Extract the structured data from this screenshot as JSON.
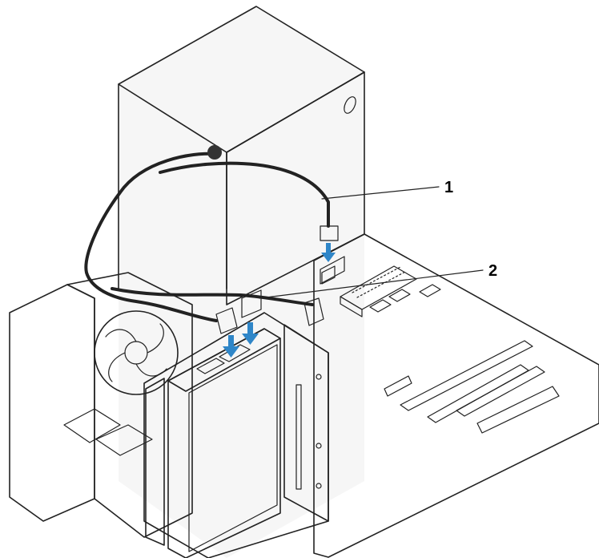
{
  "callouts": [
    {
      "id": "1",
      "text": "1"
    },
    {
      "id": "2",
      "text": "2"
    }
  ],
  "colors": {
    "arrow": "#2f86c8",
    "line": "#222222",
    "panel_light": "#f4f4f4",
    "panel_mid": "#e6e6e6",
    "panel_dark": "#cfcfcf"
  }
}
